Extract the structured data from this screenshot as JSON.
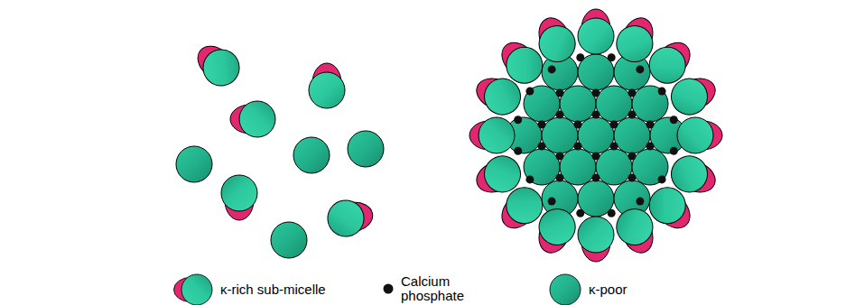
{
  "diagram": {
    "legend": [
      {
        "text": "κ-rich sub-micelle"
      },
      {
        "text": "Calcium phosphate"
      },
      {
        "text": "κ-poor"
      }
    ]
  }
}
